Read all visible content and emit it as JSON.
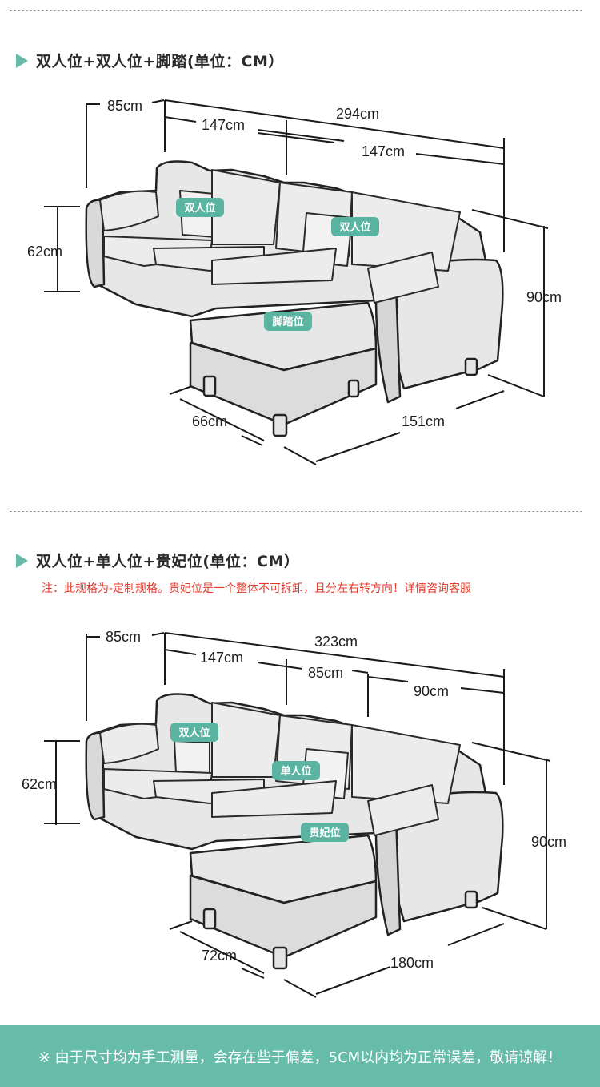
{
  "section1": {
    "title": "双人位+双人位+脚踏(单位：CM）",
    "dims": {
      "depth_back": "85cm",
      "total_width": "294cm",
      "left_width": "147cm",
      "right_width": "147cm",
      "seat_height": "62cm",
      "total_height": "90cm",
      "stool_width": "66cm",
      "side_length": "151cm"
    },
    "tags": {
      "left": "双人位",
      "right": "双人位",
      "stool": "脚踏位"
    }
  },
  "section2": {
    "title": "双人位+单人位+贵妃位(单位：CM）",
    "note": "注：此规格为-定制规格。贵妃位是一个整体不可拆卸，且分左右转方向！详情咨询客服",
    "dims": {
      "depth_back": "85cm",
      "total_width": "323cm",
      "left_width": "147cm",
      "middle_width": "85cm",
      "right_width": "90cm",
      "seat_height": "62cm",
      "total_height": "90cm",
      "chaise_width": "72cm",
      "side_length": "180cm"
    },
    "tags": {
      "left": "双人位",
      "middle": "单人位",
      "chaise": "贵妃位"
    }
  },
  "footer": {
    "text": "※ 由于尺寸均为手工测量，会存在些于偏差，5CM以内均为正常误差，敬请谅解！"
  },
  "colors": {
    "accent": "#67bca9",
    "note": "#e03b2e"
  }
}
